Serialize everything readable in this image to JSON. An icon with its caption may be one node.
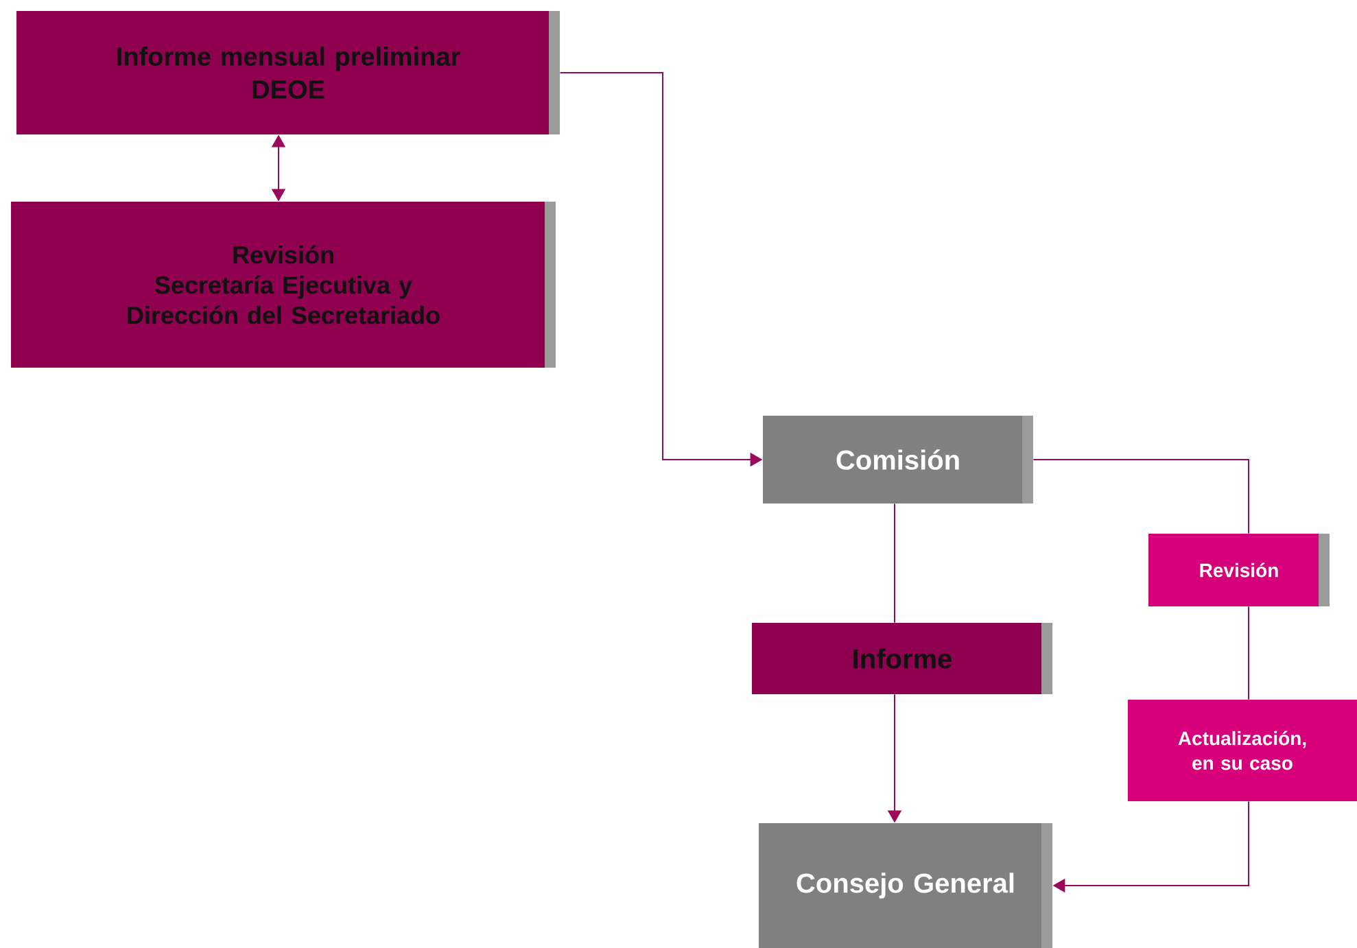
{
  "diagram": {
    "nodes": [
      {
        "text": [
          "Informe mensual preliminar",
          "DEOE"
        ]
      },
      {
        "text": [
          "Revisión",
          "Secretaría Ejecutiva y Dirección del Secretariado"
        ]
      },
      {
        "text": [
          "Comisión"
        ]
      },
      {
        "text": [
          "Informe"
        ]
      },
      {
        "text": [
          "Revisión"
        ]
      },
      {
        "text": [
          "Actualización, en su caso"
        ]
      },
      {
        "text": [
          "Consejo General"
        ]
      }
    ],
    "edges": [
      {
        "from": 0,
        "to": 1,
        "arrow": "both"
      },
      {
        "from": 0,
        "to": 2,
        "arrow": "to"
      },
      {
        "from": 2,
        "to": 3,
        "arrow": "none"
      },
      {
        "from": 3,
        "to": 6,
        "arrow": "to"
      },
      {
        "from": 2,
        "to": 4,
        "arrow": "none"
      },
      {
        "from": 4,
        "to": 5,
        "arrow": "none"
      },
      {
        "from": 5,
        "to": 6,
        "arrow": "to"
      }
    ]
  }
}
